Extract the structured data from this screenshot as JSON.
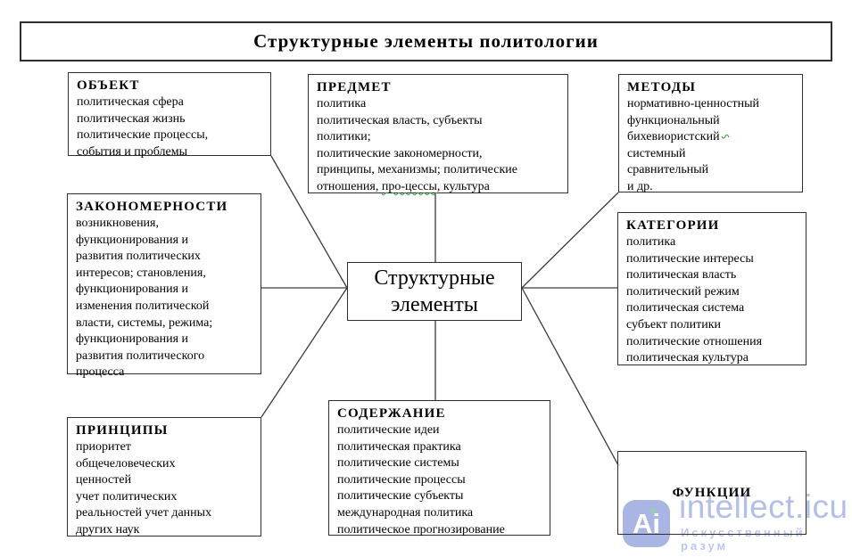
{
  "title": "Структурные элементы политологии",
  "center": {
    "line1": "Структурные",
    "line2": "элементы"
  },
  "boxes": {
    "object": {
      "header": "ОБЪЕКТ",
      "lines": [
        "политическая сфера",
        "политическая жизнь",
        "политические процессы,",
        "события и проблемы"
      ]
    },
    "subject": {
      "header": "ПРЕДМЕТ",
      "lines": [
        "политика",
        "политическая власть, субъекты",
        "политики;",
        "политические закономерности,",
        "принципы, механизмы; политические"
      ],
      "last_line": {
        "before": "отношения, ",
        "word": "про-цессы",
        "after": ", культура"
      }
    },
    "methods": {
      "header": "МЕТОДЫ",
      "lines": [
        "нормативно-ценностный",
        "функциональный",
        "бихевиористский",
        "системный",
        "сравнительный",
        "и др."
      ]
    },
    "laws": {
      "header": "ЗАКОНОМЕРНОСТИ",
      "lines": [
        "возникновения,",
        "функционирования и",
        "развития политических",
        "интересов; становления,",
        "функционирования и",
        "изменения политической",
        "власти, системы, режима;",
        "функционирования и",
        "развития политического",
        "процесса"
      ]
    },
    "categories": {
      "header": "КАТЕГОРИИ",
      "lines": [
        "политика",
        "политические интересы",
        "политическая власть",
        "политический режим",
        "политическая система",
        "субъект политики",
        "политические отношения",
        "политическая культура"
      ]
    },
    "principles": {
      "header": "ПРИНЦИПЫ",
      "lines": [
        "приоритет",
        "общечеловеческих",
        "ценностей",
        "учет политических",
        "реальностей учет данных",
        "других наук"
      ]
    },
    "content": {
      "header": "СОДЕРЖАНИЕ",
      "lines": [
        "политические идеи",
        "политическая практика",
        "политические системы",
        "политические процессы",
        "политические субъекты",
        "международная политика",
        "политическое прогнозирование"
      ]
    },
    "functions": {
      "header": "ФУНКЦИИ"
    }
  },
  "watermark": {
    "badge": "Ai",
    "brand": "intellect.icu",
    "tagline": "Искусственный разум",
    "brand_color": "#b4bfe8",
    "badge_bg": "#a9b5e3"
  },
  "colors": {
    "line": "#3a3a3a",
    "border": "#2f2f2f",
    "spellcheck_green": "#2f9e3f"
  }
}
